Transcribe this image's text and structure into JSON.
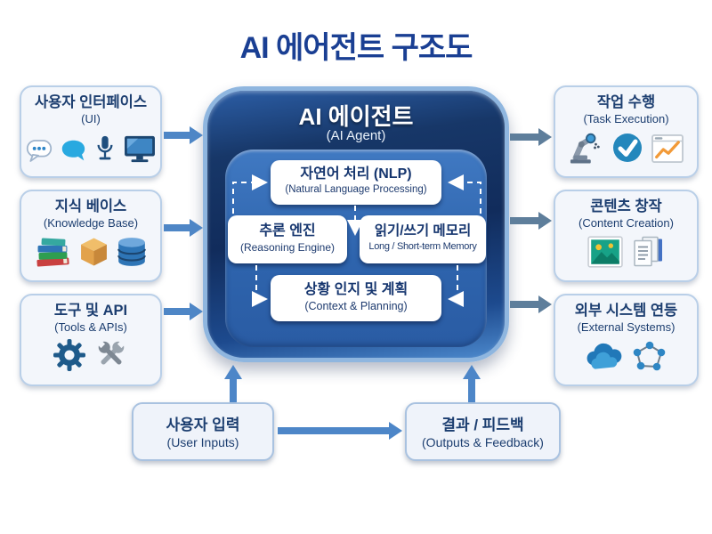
{
  "title": "AI 에어전트 구조도",
  "colors": {
    "title_text": "#1A3F93",
    "box_text": "#1C3E70",
    "box_bg": "#F3F6FB",
    "box_border": "#B9CFE8",
    "center_bg_dark": "#112C5C",
    "center_border": "#8FB6DF",
    "panel_bg": "#2E64AD",
    "arrow_blue": "#4E86C6",
    "arrow_gray_blue": "#5E7E9B",
    "dashed_arrow": "#FFFFFF"
  },
  "left_column": {
    "boxes": [
      {
        "title": "사용자 인터페이스",
        "subtitle": "(UI)",
        "icons": [
          "chat-outline-icon",
          "chat-filled-icon",
          "microphone-icon",
          "monitor-icon"
        ]
      },
      {
        "title": "지식 베이스",
        "subtitle": "(Knowledge Base)",
        "icons": [
          "books-icon",
          "box-icon",
          "database-icon"
        ]
      },
      {
        "title": "도구 및 API",
        "subtitle": "(Tools & APIs)",
        "icons": [
          "gear-icon",
          "wrenches-icon"
        ]
      }
    ]
  },
  "center": {
    "title": "AI 에이전트",
    "subtitle": "(AI Agent)",
    "components": [
      {
        "title": "자연어 처리 (NLP)",
        "subtitle": "(Natural Language Processing)"
      },
      {
        "title": "추론 엔진",
        "subtitle": "(Reasoning Engine)"
      },
      {
        "title": "읽기/쓰기 메모리",
        "subtitle": "Long / Short-term Memory"
      },
      {
        "title": "상황 인지 및 계획",
        "subtitle": "(Context & Planning)"
      }
    ]
  },
  "right_column": {
    "boxes": [
      {
        "title": "작업 수행",
        "subtitle": "(Task Execution)",
        "icons": [
          "robot-arm-icon",
          "check-circle-icon",
          "chart-window-icon"
        ]
      },
      {
        "title": "콘텐츠 창작",
        "subtitle": "(Content Creation)",
        "icons": [
          "image-icon",
          "documents-icon"
        ]
      },
      {
        "title": "외부 시스템 연등",
        "subtitle": "(External Systems)",
        "icons": [
          "cloud-icon",
          "network-icon"
        ]
      }
    ]
  },
  "bottom_row": {
    "boxes": [
      {
        "title": "사용자 입력",
        "subtitle": "(User Inputs)"
      },
      {
        "title": "결과 / 피드백",
        "subtitle": "(Outputs & Feedback)"
      }
    ]
  }
}
